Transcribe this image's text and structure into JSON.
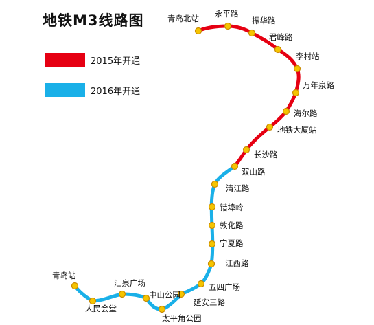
{
  "title": "地铁M3线路图",
  "legend": [
    {
      "label": "2015年开通",
      "color": "#e60012"
    },
    {
      "label": "2016年开通",
      "color": "#1ab0e8"
    }
  ],
  "colors": {
    "line_2015": "#e60012",
    "line_2016": "#1ab0e8",
    "station_fill": "#f5c400",
    "station_stroke": "#c98a00"
  },
  "stations": [
    {
      "name": "青岛北站",
      "phase": "2015"
    },
    {
      "name": "永平路",
      "phase": "2015"
    },
    {
      "name": "振华路",
      "phase": "2015"
    },
    {
      "name": "君峰路",
      "phase": "2015"
    },
    {
      "name": "李村站",
      "phase": "2015"
    },
    {
      "name": "万年泉路",
      "phase": "2015"
    },
    {
      "name": "海尔路",
      "phase": "2015"
    },
    {
      "name": "地铁大厦站",
      "phase": "2015"
    },
    {
      "name": "长沙路",
      "phase": "2015"
    },
    {
      "name": "双山路",
      "phase": "2015"
    },
    {
      "name": "清江路",
      "phase": "2016"
    },
    {
      "name": "错埠岭",
      "phase": "2016"
    },
    {
      "name": "敦化路",
      "phase": "2016"
    },
    {
      "name": "宁夏路",
      "phase": "2016"
    },
    {
      "name": "江西路",
      "phase": "2016"
    },
    {
      "name": "五四广场",
      "phase": "2016"
    },
    {
      "name": "延安三路",
      "phase": "2016"
    },
    {
      "name": "太平角公园",
      "phase": "2016"
    },
    {
      "name": "中山公园",
      "phase": "2016"
    },
    {
      "name": "汇泉广场",
      "phase": "2016"
    },
    {
      "name": "人民会堂",
      "phase": "2016"
    },
    {
      "name": "青岛站",
      "phase": "2016"
    }
  ]
}
